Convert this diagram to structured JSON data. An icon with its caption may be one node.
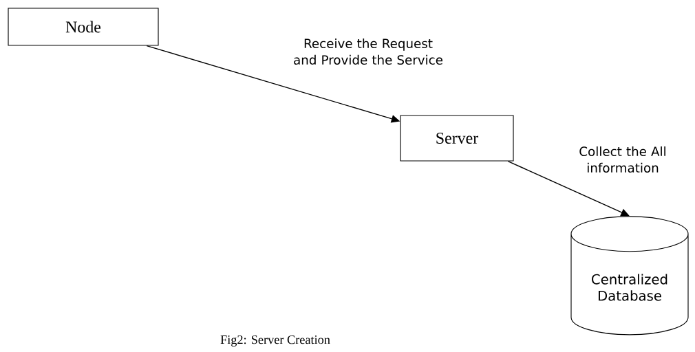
{
  "diagram": {
    "caption": "Fig2: Server Creation",
    "nodes": [
      {
        "text": [
          "Node"
        ]
      },
      {
        "text": [
          "Server"
        ]
      },
      {
        "text": [
          "Centralized Database"
        ]
      }
    ],
    "edges": [
      {
        "from": 0,
        "to": 1,
        "arrow": "to",
        "label": "Receive the Request and Provide the Service"
      },
      {
        "from": 1,
        "to": 2,
        "arrow": "to",
        "label": "Collect the All information"
      }
    ]
  }
}
